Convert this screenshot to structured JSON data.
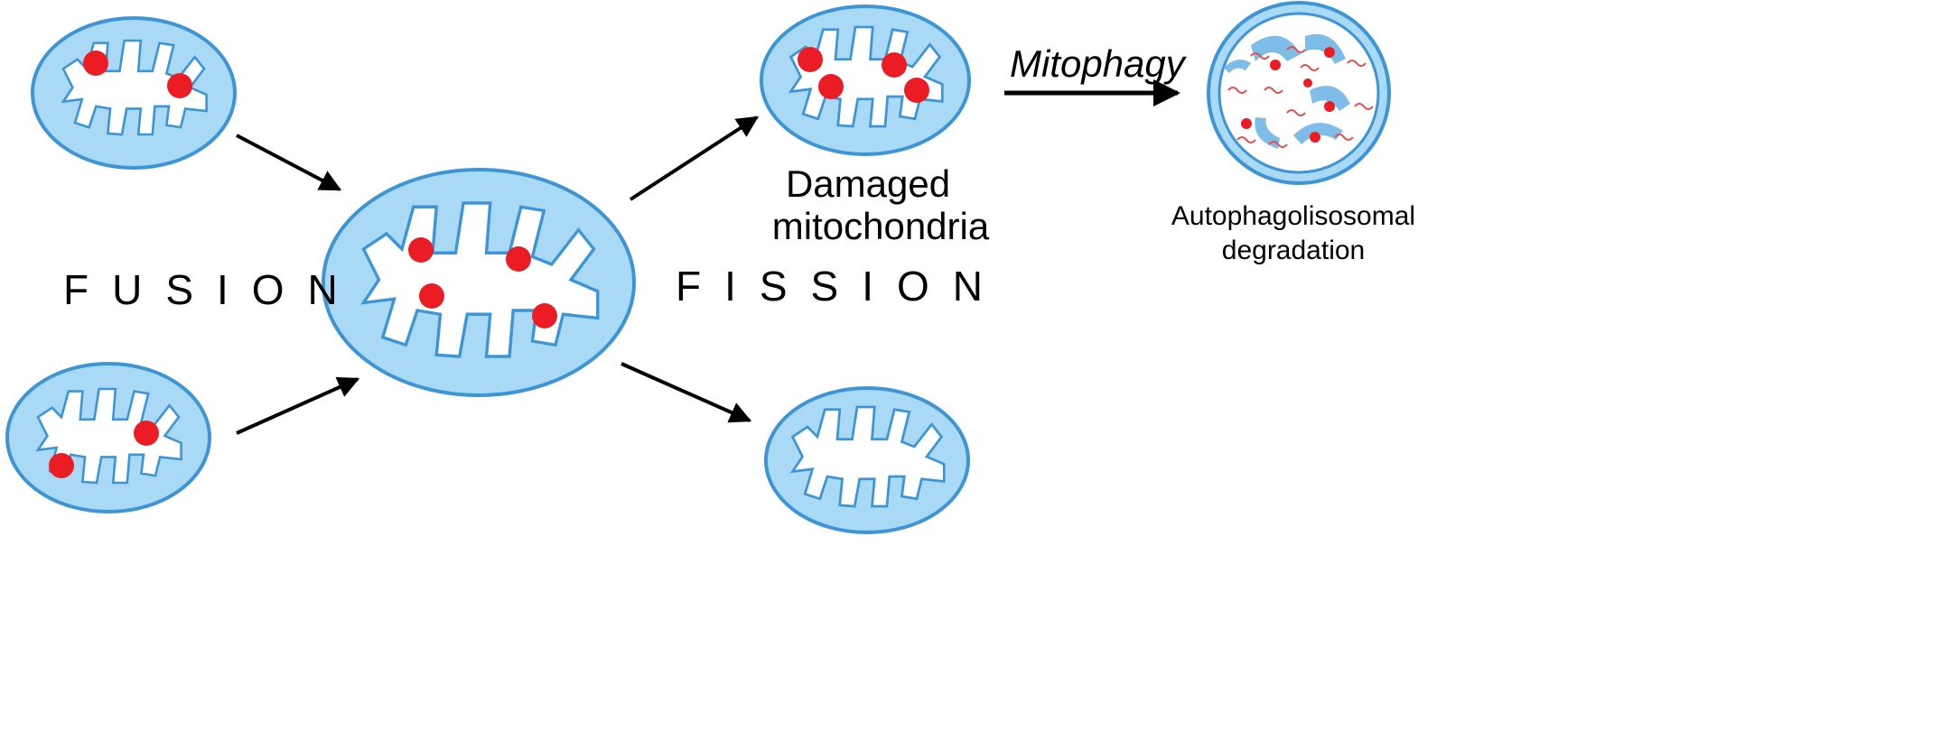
{
  "labels": {
    "fusion": "FUSION",
    "fission": "FISSION",
    "mitophagy": "Mitophagy",
    "damaged_line1": "Damaged",
    "damaged_line2": "mitochondria",
    "degradation_line1": "Autophagolisosomal",
    "degradation_line2": "degradation"
  },
  "colors": {
    "membrane_fill": "#a9d9f5",
    "membrane_stroke": "#3d95d6",
    "matrix": "#ffffff",
    "damage_spot": "#ec1c24",
    "arrow": "#000000",
    "lysosome_inner": "#ffffff",
    "debris": "#e84a4a"
  },
  "icons": [
    "mitochondrion-icon",
    "autophagolysosome-icon",
    "arrow-icon"
  ]
}
